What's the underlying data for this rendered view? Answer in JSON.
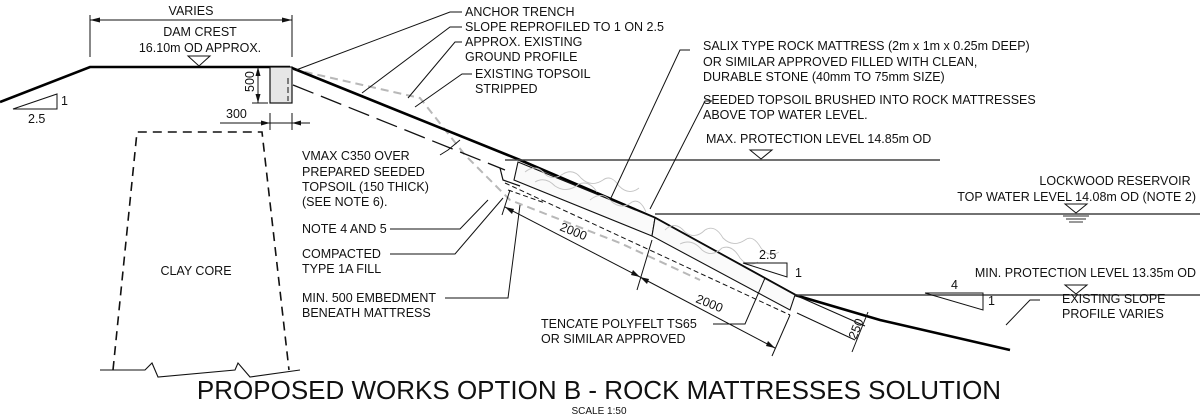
{
  "title": "PROPOSED WORKS OPTION B - ROCK MATTRESSES SOLUTION",
  "scale": "SCALE 1:50",
  "crest": {
    "dimension": "VARIES",
    "line1": "DAM CREST",
    "line2": "16.10m OD APPROX."
  },
  "slopes": {
    "upstream_left": {
      "run": "2.5",
      "rise": "1"
    },
    "mattress": {
      "run": "2.5",
      "rise": "1"
    },
    "existing_toe": {
      "run": "4",
      "rise": "1"
    }
  },
  "dimensions": {
    "trench_depth": "500",
    "trench_width": "300",
    "mattress_len_1": "2000",
    "mattress_len_2": "2000",
    "mattress_depth": "250"
  },
  "labels": {
    "anchor_trench": "ANCHOR TRENCH",
    "slope_reprofiled": "SLOPE REPROFILED TO 1 ON 2.5",
    "ground_profile_1": "APPROX. EXISTING",
    "ground_profile_2": "GROUND PROFILE",
    "topsoil_1": "EXISTING TOPSOIL",
    "topsoil_2": "STRIPPED",
    "rock_mattress_1": "SALIX TYPE ROCK MATTRESS (2m x 1m x 0.25m DEEP)",
    "rock_mattress_2": "OR SIMILAR APPROVED FILLED WITH CLEAN,",
    "rock_mattress_3": "DURABLE STONE (40mm TO 75mm SIZE)",
    "seeded_1": "SEEDED TOPSOIL BRUSHED INTO ROCK MATTRESSES",
    "seeded_2": "ABOVE TOP WATER LEVEL.",
    "vmax_1": "VMAX C350 OVER",
    "vmax_2": "PREPARED SEEDED",
    "vmax_3": "TOPSOIL (150 THICK)",
    "vmax_4": "(SEE NOTE 6).",
    "note45": "NOTE 4 AND 5",
    "fill_1": "COMPACTED",
    "fill_2": "TYPE 1A FILL",
    "embed_1": "MIN. 500 EMBEDMENT",
    "embed_2": "BENEATH MATTRESS",
    "tencate_1": "TENCATE POLYFELT TS65",
    "tencate_2": "OR SIMILAR APPROVED",
    "existing_slope_1": "EXISTING SLOPE",
    "existing_slope_2": "PROFILE VARIES",
    "clay_core": "CLAY CORE"
  },
  "levels": {
    "max_protection": "MAX. PROTECTION LEVEL 14.85m OD",
    "reservoir_1": "LOCKWOOD RESERVOIR",
    "reservoir_2": "TOP WATER LEVEL 14.08m OD (NOTE 2)",
    "min_protection": "MIN. PROTECTION LEVEL 13.35m OD"
  }
}
